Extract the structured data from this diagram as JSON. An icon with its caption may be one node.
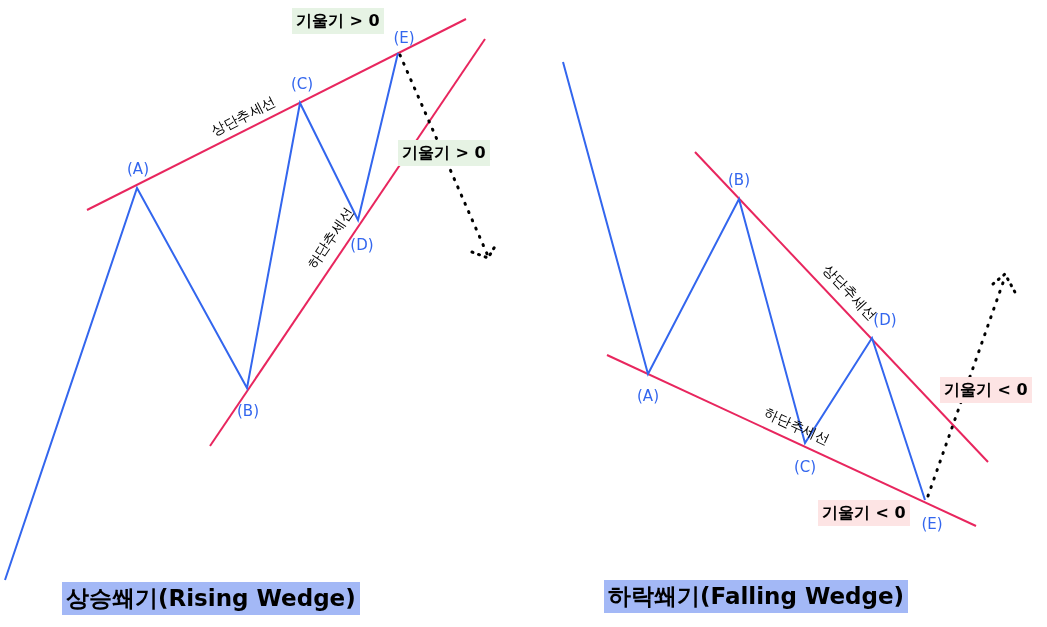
{
  "diagram": {
    "nodes": [
      {
        "text": [
          "기울기 > 0"
        ]
      },
      {
        "text": [
          "기울기 > 0"
        ]
      },
      {
        "text": [
          "상승쐐기(Rising Wedge)"
        ]
      },
      {
        "text": [
          "기울기 <  0"
        ]
      },
      {
        "text": [
          "기울기 <  0"
        ]
      },
      {
        "text": [
          "하락쐐기(Falling Wedge)"
        ]
      }
    ],
    "edges": [],
    "labels": [
      "(E)",
      "(C)",
      "상단추세선",
      "(A)",
      "하단추세선",
      "(D)",
      "(B)",
      "(B)",
      "상단추세선",
      "(D)",
      "(A)",
      "하단추세선",
      "(C)",
      "(E)"
    ]
  }
}
